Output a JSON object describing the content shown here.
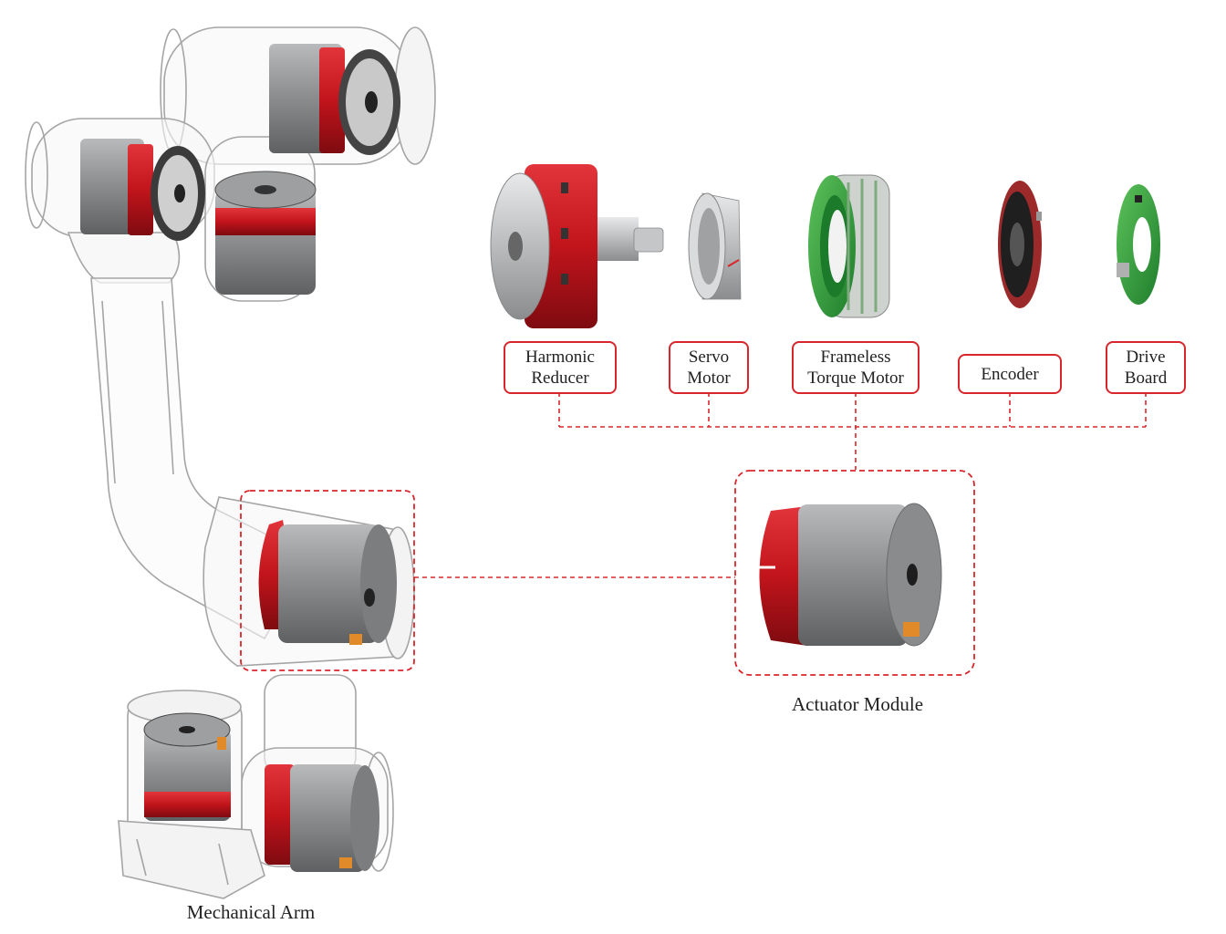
{
  "components": [
    {
      "id": "harmonic-reducer",
      "lines": [
        "Harmonic",
        "Reducer"
      ]
    },
    {
      "id": "servo-motor",
      "lines": [
        "Servo",
        "Motor"
      ]
    },
    {
      "id": "frameless-torque-motor",
      "lines": [
        "Frameless",
        "Torque Motor"
      ]
    },
    {
      "id": "encoder",
      "lines": [
        "Encoder"
      ]
    },
    {
      "id": "drive-board",
      "lines": [
        "Drive",
        "Board"
      ]
    }
  ],
  "captions": {
    "actuator_module": "Actuator Module",
    "mechanical_arm": "Mechanical Arm"
  },
  "colors": {
    "accent_red": "#d9262b",
    "actuator_red": "#c8141c",
    "actuator_gray": "#8e8f91",
    "encoder_dark": "#2a2a2a",
    "board_green": "#2f9e3f",
    "arm_outline": "#9a9a9a"
  }
}
